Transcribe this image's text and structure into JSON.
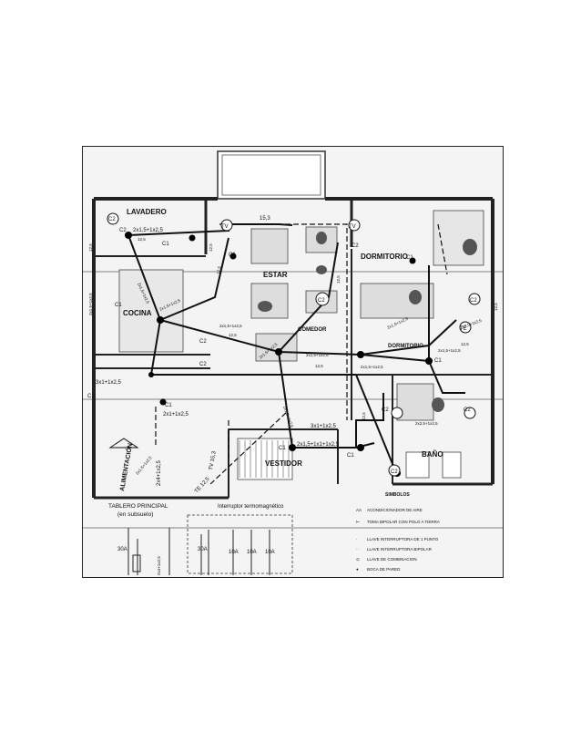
{
  "rooms": {
    "lavadero": "LAVADERO",
    "estar": "ESTAR",
    "dormitorio_1": "DORMITORIO",
    "cocina": "COCINA",
    "comedor": "COMEDOR",
    "dormitorio_2": "DORMITORIO",
    "vestidor": "VESTIDOR",
    "bano": "BAÑO"
  },
  "circuits": {
    "c1": "C1",
    "c2": "C2",
    "tv": "TV",
    "te": "TE"
  },
  "cables": {
    "top": "15,3",
    "lav_main": "2x1,5+1x2,5",
    "lav_small": "12,5",
    "left_vertical": "12,5",
    "est_vertical": "12,5",
    "cocina_vertical": "2x1,5+1x2,5",
    "cocina_diag": "2x1,5+1x2,5",
    "cocina_diag2": "2x1,5+1x2,5",
    "cocina_diag3": "12,5",
    "comedor_diag": "2x1,5+1x2,5",
    "comedor_diag2": "2x1,5+1x2,5",
    "comedor_small": "12,5",
    "center_h": "2x1,5+1x2,5",
    "center_small": "12,5",
    "dorm_diag": "2x1,5+1x2,5",
    "dorm_h": "2x1,5+1x2,5",
    "dorm_v": "12,5",
    "right_1": "2x1,5+1x2,5",
    "right_2": "12,5",
    "right_3": "12,5",
    "left_lower": "3x1+1x2,5",
    "left_lower2": "2x1+1x2,5",
    "alim_v": "2x4+1x2,5",
    "alim_diag": "2x1,5+1x2,5",
    "ves_top": "3x1+1x2,5",
    "ves_h": "2x1,5+1x1+1x2,5",
    "ves_diag": "2x1,5+1x2,5",
    "bano_v": "12,5",
    "bano_h": "2x2,5+1x2,5",
    "tv_line": "TV 15,3",
    "te_line": "TE 12,5",
    "wall_diag": "2x2,5+1x2,5"
  },
  "alimentacion": "ALIMENTACIÓN",
  "tablero": {
    "title": "TABLERO PRINCIPAL",
    "subtitle": "(en subsuelo)",
    "cable": "2x4+1x2,5"
  },
  "interruptor": {
    "title": "Interruptor termomagnético"
  },
  "breakers": [
    "30A",
    "30A",
    "10A",
    "10A",
    "10A"
  ],
  "legend": {
    "title": "SIMBOLOS",
    "items": [
      {
        "sym": "AA",
        "text": "ACONDICIONADOR DE AIRE"
      },
      {
        "sym": "⊢",
        "text": "TOMA BIPOLAR CON POLO A TIERRA"
      },
      {
        "sym": "·",
        "text": "LLAVE INTERRUPTORA DE 1 PUNTO"
      },
      {
        "sym": "··",
        "text": "LLAVE INTERRUPTORA BIPOLAR"
      },
      {
        "sym": "⊙",
        "text": "LLAVE DE COMBINACION"
      },
      {
        "sym": "●",
        "text": "BOCA DE PARED"
      }
    ]
  }
}
